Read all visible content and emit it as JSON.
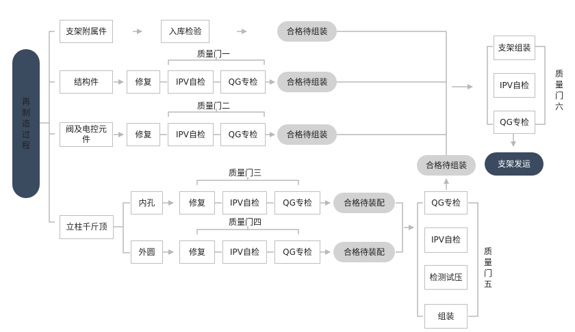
{
  "process": {
    "label": "再制造过程"
  },
  "parts": {
    "support_accessories": "支架附属件",
    "structural": "结构件",
    "valve": "阀及电控元件",
    "pillar": "立柱千斤顶",
    "inner_hole": "内孔",
    "outer_circle": "外圆"
  },
  "steps": {
    "inspection_in": "入库检验",
    "repair": "修复",
    "ipv_check": "IPV自检",
    "qg_check": "QG专检",
    "pressure_test": "检测试压",
    "assemble": "组装",
    "support_assemble": "支架组装"
  },
  "states": {
    "ready_assemble": "合格待组装",
    "ready_fit": "合格待装配",
    "support_ship": "支架发运"
  },
  "gates": {
    "gate1": "质量门一",
    "gate2": "质量门二",
    "gate3": "质量门三",
    "gate4": "质量门四",
    "gate5": "质量门五",
    "gate6": "质量门六"
  }
}
